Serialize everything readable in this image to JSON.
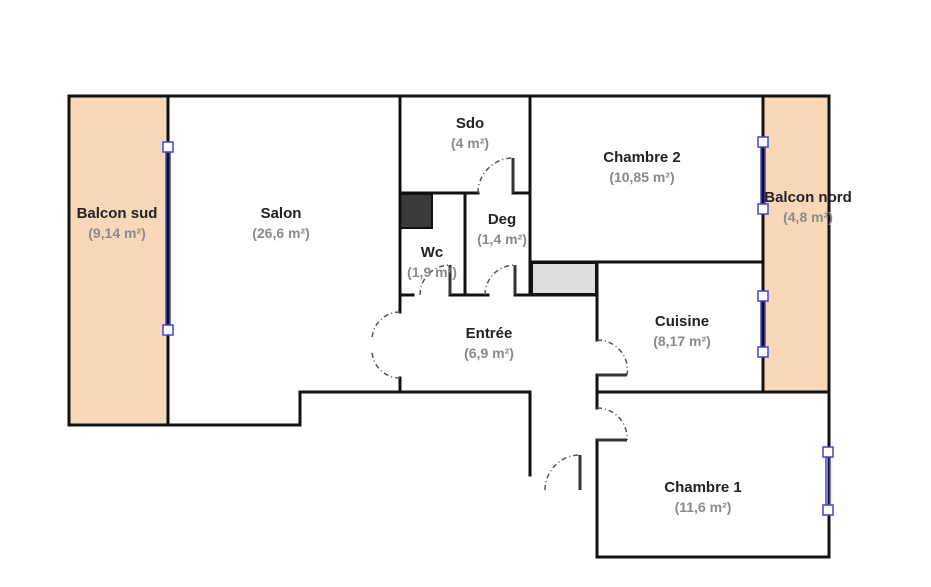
{
  "colors": {
    "balcony": "#f8d8b8",
    "wall": "#111111",
    "window": "#4444cc",
    "gray_block": "#dddddd",
    "dark_block": "#3a3a3a"
  },
  "rooms": [
    {
      "id": "balcon-sud",
      "name": "Balcon sud",
      "area": "(9,14 m²)"
    },
    {
      "id": "salon",
      "name": "Salon",
      "area": "(26,6 m²)"
    },
    {
      "id": "sdo",
      "name": "Sdo",
      "area": "(4 m²)"
    },
    {
      "id": "chambre-2",
      "name": "Chambre 2",
      "area": "(10,85 m²)"
    },
    {
      "id": "balcon-nord",
      "name": "Balcon nord",
      "area": "(4,8 m²)"
    },
    {
      "id": "deg",
      "name": "Deg",
      "area": "(1,4 m²)"
    },
    {
      "id": "wc",
      "name": "Wc",
      "area": "(1,9 m²)"
    },
    {
      "id": "entree",
      "name": "Entrée",
      "area": "(6,9 m²)"
    },
    {
      "id": "cuisine",
      "name": "Cuisine",
      "area": "(8,17 m²)"
    },
    {
      "id": "chambre-1",
      "name": "Chambre 1",
      "area": "(11,6 m²)"
    }
  ]
}
